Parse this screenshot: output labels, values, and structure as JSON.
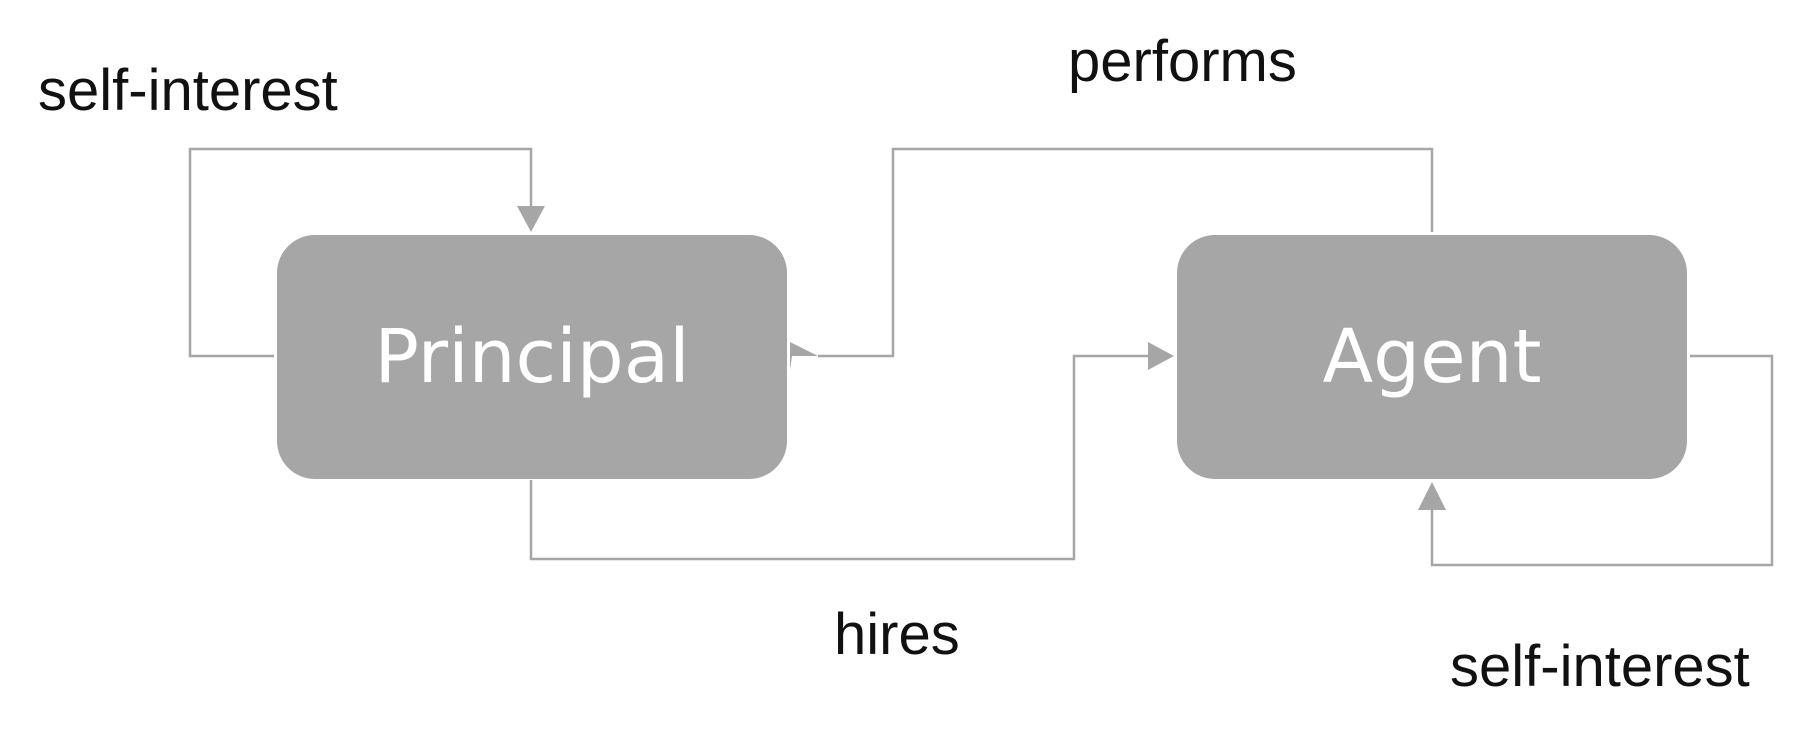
{
  "diagram": {
    "nodes": {
      "principal": "Principal",
      "agent": "Agent"
    },
    "labels": {
      "principal_self_interest": "self-interest",
      "performs": "performs",
      "hires": "hires",
      "agent_self_interest": "self-interest"
    },
    "colors": {
      "node_fill": "#a6a6a6",
      "node_text": "#ffffff",
      "connector": "#a6a6a6",
      "label_text": "#111111"
    }
  }
}
